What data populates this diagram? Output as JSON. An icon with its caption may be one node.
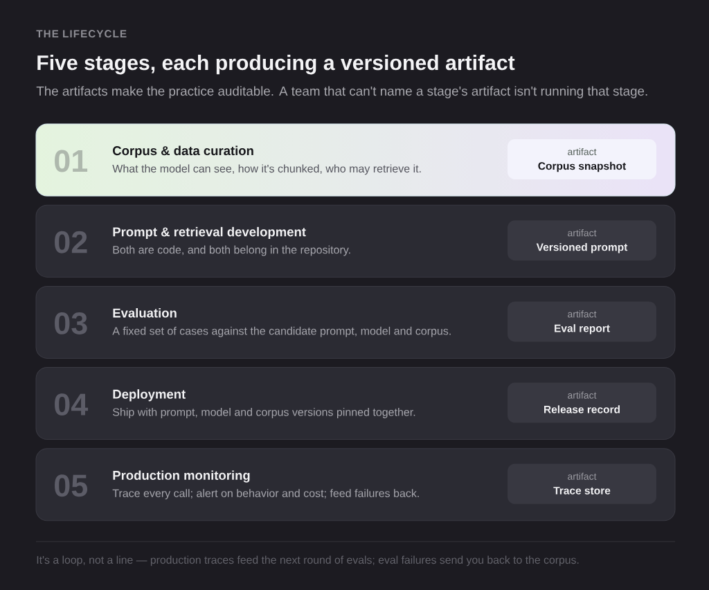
{
  "diagram": {
    "title": "Five stages, each producing a versioned artifact",
    "caption": "It's a loop, not a line — production traces feed the next round of evals; eval failures send you back to the corpus.",
    "nodes": [
      {
        "text": [
          "01",
          "Corpus & data curation",
          "What the model can see, how it's chunked, who may retrieve it."
        ]
      },
      {
        "text": [
          "artifact",
          "Corpus snapshot"
        ],
        "in": 0
      },
      {
        "text": [
          "02",
          "Prompt & retrieval development",
          "Both are code, and both belong in the repository."
        ]
      },
      {
        "text": [
          "artifact",
          "Versioned prompt"
        ],
        "in": 2
      },
      {
        "text": [
          "03",
          "Evaluation",
          "A fixed set of cases against the candidate prompt, model and corpus."
        ]
      },
      {
        "text": [
          "artifact",
          "Eval report"
        ],
        "in": 4
      },
      {
        "text": [
          "04",
          "Deployment",
          "Ship with prompt, model and corpus versions pinned together."
        ]
      },
      {
        "text": [
          "artifact",
          "Release record"
        ],
        "in": 6
      },
      {
        "text": [
          "05",
          "Production monitoring",
          "Trace every call; alert on behavior and cost; feed failures back."
        ]
      },
      {
        "text": [
          "artifact",
          "Trace store"
        ],
        "in": 8
      }
    ],
    "labels": [
      "THE LIFECYCLE",
      "The artifacts make the practice auditable. A team that can't name a stage's artifact isn't running that stage."
    ]
  }
}
